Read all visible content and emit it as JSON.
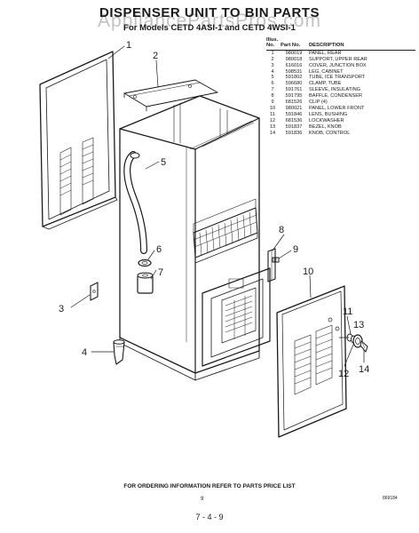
{
  "header": {
    "title": "DISPENSER UNIT TO BIN PARTS",
    "subtitle": "For Models CETD 4ASI-1 and CETD 4WSI-1",
    "watermark": "AppliancePartsPros.com"
  },
  "parts_table": {
    "headers": {
      "illus": "Illus. No.",
      "part": "Part No.",
      "desc": "DESCRIPTION"
    },
    "rows": [
      {
        "illus": "1",
        "part": "980019",
        "desc": "PANEL, REAR"
      },
      {
        "illus": "2",
        "part": "980018",
        "desc": "SUPPORT, UPPER REAR"
      },
      {
        "illus": "3",
        "part": "616016",
        "desc": "COVER, JUNCTION BOX"
      },
      {
        "illus": "4",
        "part": "598531",
        "desc": "LEG, CABINET"
      },
      {
        "illus": "5",
        "part": "591802",
        "desc": "TUBE, ICE TRANSPORT"
      },
      {
        "illus": "6",
        "part": "596680",
        "desc": "CLAMP, TUBE"
      },
      {
        "illus": "7",
        "part": "591761",
        "desc": "SLEEVE, INSULATING"
      },
      {
        "illus": "8",
        "part": "591795",
        "desc": "BAFFLE, CONDENSER"
      },
      {
        "illus": "9",
        "part": "681526",
        "desc": "CLIP (4)"
      },
      {
        "illus": "10",
        "part": "980021",
        "desc": "PANEL, LOWER FRONT"
      },
      {
        "illus": "11",
        "part": "591846",
        "desc": "LENS, BUSHING"
      },
      {
        "illus": "12",
        "part": "681536",
        "desc": "LOCKWASHER"
      },
      {
        "illus": "13",
        "part": "591837",
        "desc": "BEZEL, KNOB"
      },
      {
        "illus": "14",
        "part": "591836",
        "desc": "KNOB, CONTROL"
      }
    ]
  },
  "callouts": [
    "1",
    "2",
    "3",
    "4",
    "5",
    "6",
    "7",
    "8",
    "9",
    "10",
    "11",
    "12",
    "13",
    "14"
  ],
  "footer": {
    "ordering_note": "FOR ORDERING INFORMATION REFER TO PARTS PRICE LIST",
    "page_number": "9",
    "code": "869184",
    "bottom_number": "7 - 4 - 9"
  },
  "colors": {
    "ink": "#1a1a1a",
    "watermark": "#8c8c8c"
  }
}
